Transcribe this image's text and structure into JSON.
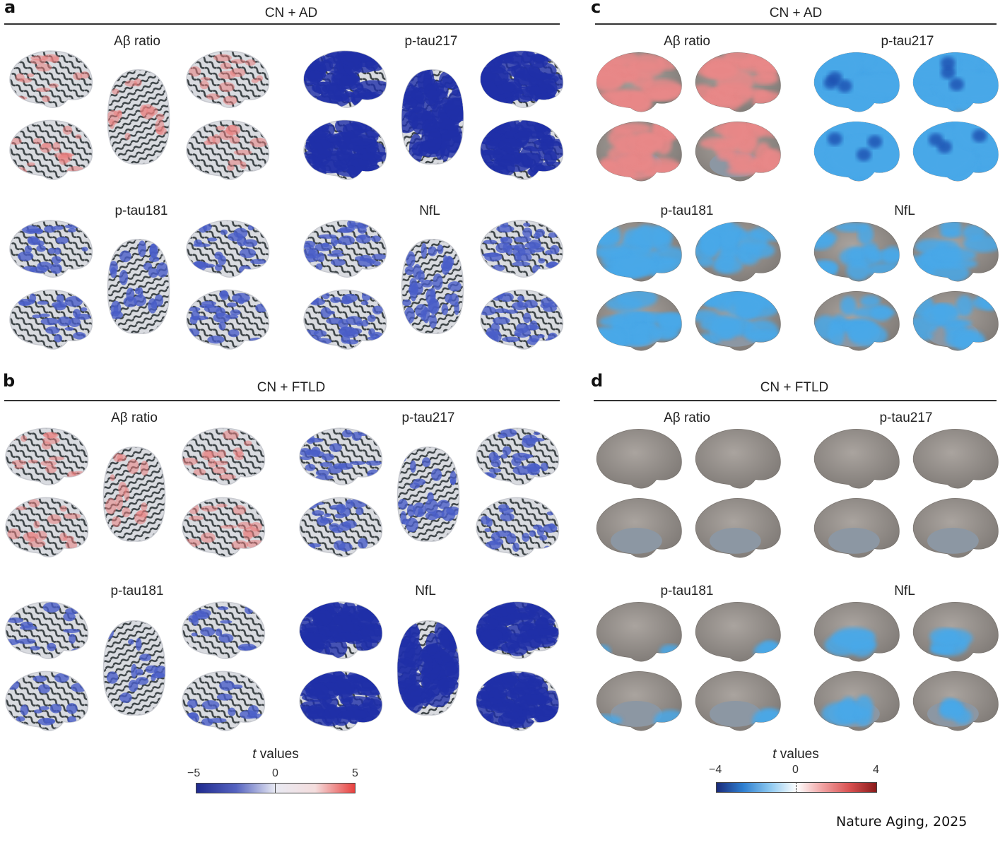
{
  "figure": {
    "credit": "Nature Aging, 2025",
    "panels": [
      {
        "letter": "a",
        "title": "CN + AD",
        "style": "pial-sulcal",
        "subplots": [
          {
            "label": "Aβ ratio",
            "effect": "positive",
            "intensity": "sparse"
          },
          {
            "label": "p-tau217",
            "effect": "negative",
            "intensity": "strong"
          },
          {
            "label": "p-tau181",
            "effect": "negative",
            "intensity": "moderate"
          },
          {
            "label": "NfL",
            "effect": "negative",
            "intensity": "moderate-widespread"
          }
        ]
      },
      {
        "letter": "b",
        "title": "CN + FTLD",
        "style": "pial-sulcal",
        "subplots": [
          {
            "label": "Aβ ratio",
            "effect": "positive",
            "intensity": "sparse"
          },
          {
            "label": "p-tau217",
            "effect": "negative",
            "intensity": "moderate"
          },
          {
            "label": "p-tau181",
            "effect": "negative",
            "intensity": "sparse"
          },
          {
            "label": "NfL",
            "effect": "negative",
            "intensity": "strong"
          }
        ]
      },
      {
        "letter": "c",
        "title": "CN + AD",
        "style": "inflated",
        "subplots": [
          {
            "label": "Aβ ratio",
            "effect": "positive",
            "intensity": "moderate"
          },
          {
            "label": "p-tau217",
            "effect": "negative",
            "intensity": "strong"
          },
          {
            "label": "p-tau181",
            "effect": "negative",
            "intensity": "moderate"
          },
          {
            "label": "NfL",
            "effect": "negative",
            "intensity": "sparse"
          }
        ]
      },
      {
        "letter": "d",
        "title": "CN + FTLD",
        "style": "inflated",
        "subplots": [
          {
            "label": "Aβ ratio",
            "effect": "none",
            "intensity": "none"
          },
          {
            "label": "p-tau217",
            "effect": "none",
            "intensity": "trace"
          },
          {
            "label": "p-tau181",
            "effect": "negative",
            "intensity": "trace"
          },
          {
            "label": "NfL",
            "effect": "negative",
            "intensity": "temporal"
          }
        ]
      }
    ],
    "legends": [
      {
        "title_italic": "t",
        "title_rest": " values",
        "min": "−5",
        "mid": "0",
        "max": "5",
        "colors": [
          "#1f2a8f",
          "#5563c0",
          "#e9eaf3",
          "#f4dddd",
          "#e8403e"
        ]
      },
      {
        "title_italic": "t",
        "title_rest": " values",
        "min": "−4",
        "mid": "0",
        "max": "4",
        "colors": [
          "#1a2a7a",
          "#2e7fd0",
          "#8cc8f0",
          "#ffffff",
          "#f0a0a0",
          "#d85050",
          "#8a1a1a"
        ]
      }
    ]
  },
  "colors": {
    "pial_surface": "#d9dbe0",
    "sulci": "#3c4346",
    "inflated_surface": "#9a9590",
    "inflated_medial_wall": "#8c97a3",
    "neg_strong": "#1f30a8",
    "neg_mod": "#4a5ec8",
    "pos": "#e98080",
    "infl_neg": "#4aa8e8",
    "infl_neg_strong": "#1d4fb0",
    "infl_pos": "#e88888"
  }
}
